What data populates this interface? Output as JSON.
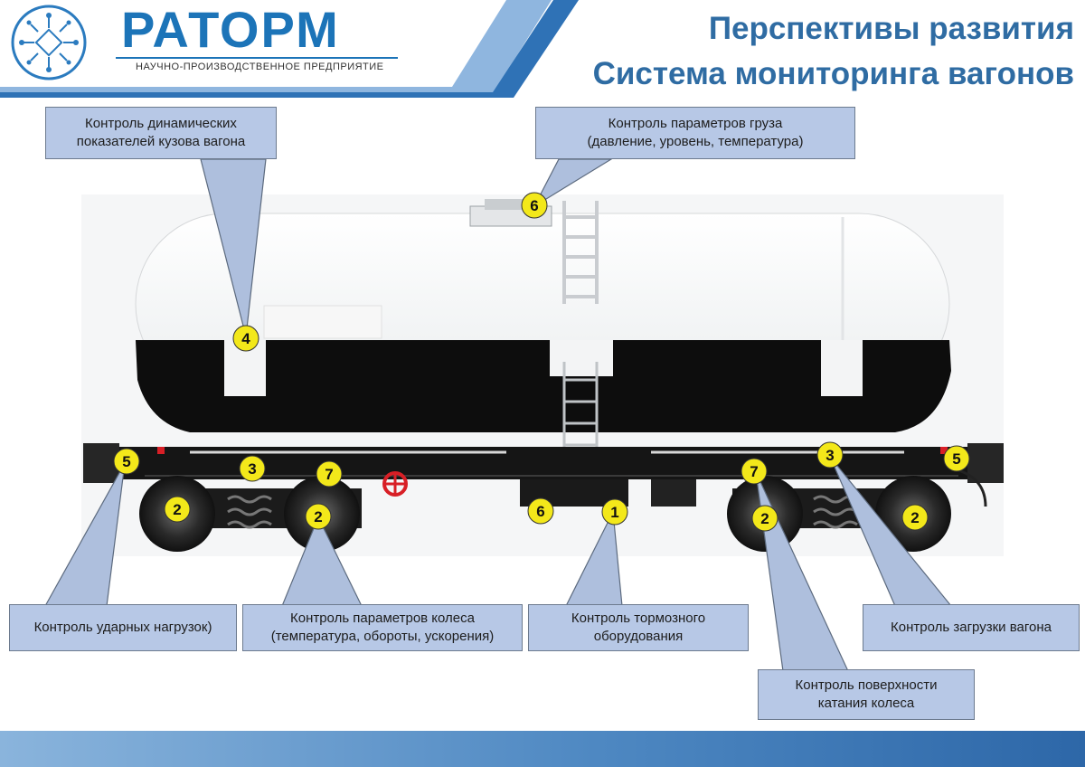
{
  "header": {
    "brand": "РАТОРМ",
    "brand_subtitle": "НАУЧНО-ПРОИЗВОДСТВЕННОЕ ПРЕДПРИЯТИЕ",
    "title_line1": "Перспективы развития",
    "title_line2": "Система мониторинга вагонов"
  },
  "colors": {
    "brand_blue": "#1c74b8",
    "title_blue": "#2f6ca3",
    "callout_fill": "#b7c8e6",
    "marker_yellow": "#f3e81a"
  },
  "callouts": {
    "dynamic": [
      "Контроль динамических",
      "показателей кузова вагона"
    ],
    "cargo": [
      "Контроль параметров груза",
      "(давление, уровень, температура)"
    ],
    "impact": [
      "Контроль ударных нагрузок)"
    ],
    "wheel": [
      "Контроль параметров колеса",
      "(температура, обороты, ускорения)"
    ],
    "brake": [
      "Контроль тормозного",
      "оборудования"
    ],
    "load": [
      "Контроль загрузки вагона"
    ],
    "surface": [
      "Контроль поверхности",
      "катания колеса"
    ]
  },
  "markers": [
    "1",
    "2",
    "3",
    "4",
    "5",
    "6",
    "7"
  ]
}
